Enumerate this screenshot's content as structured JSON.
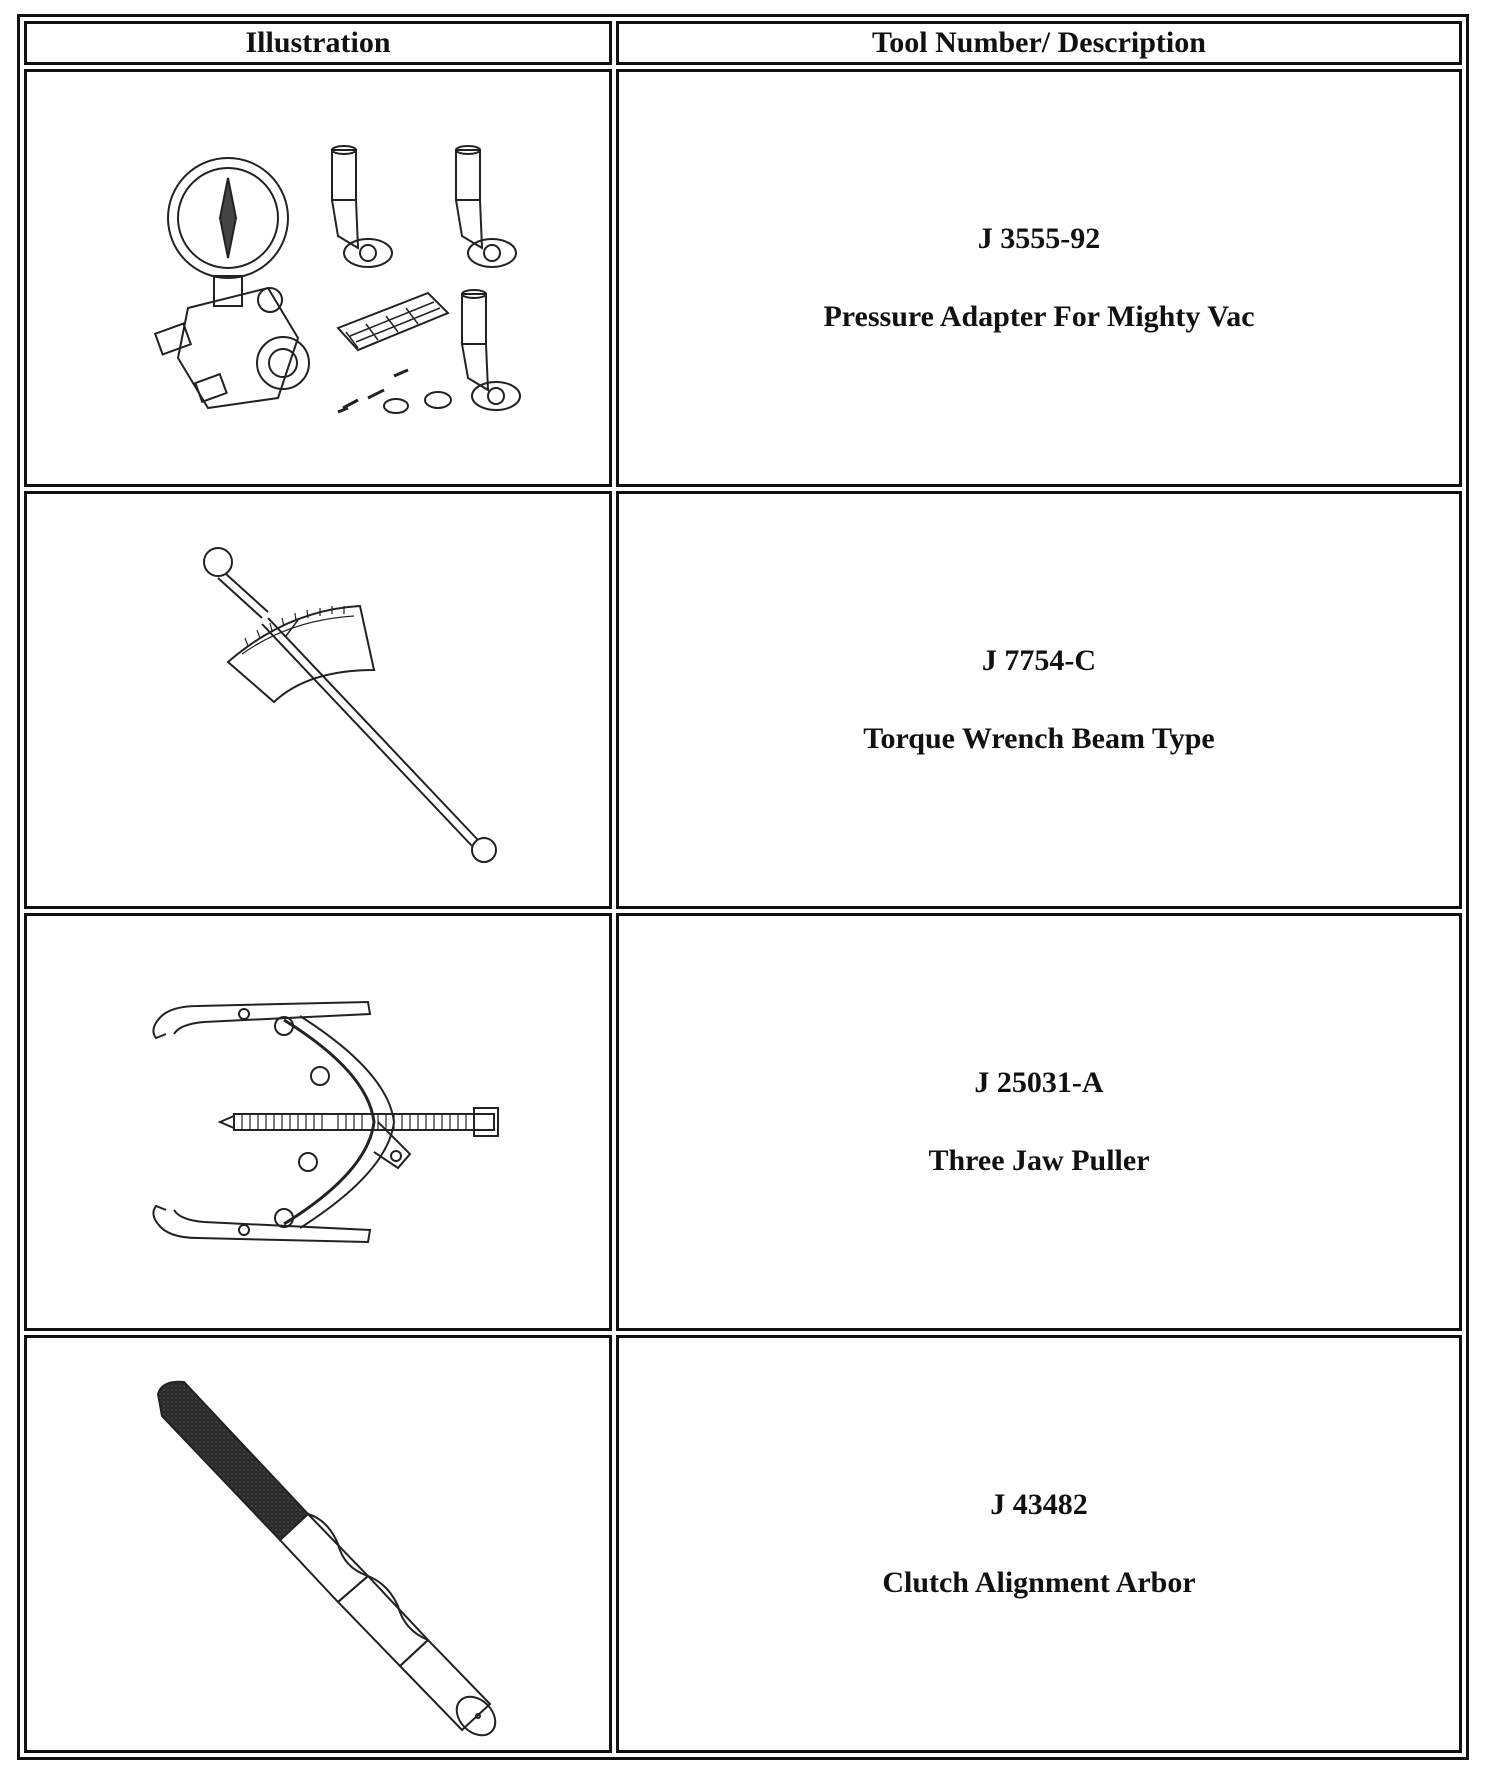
{
  "header": {
    "illustration": "Illustration",
    "tool_description": "Tool Number/ Description"
  },
  "tools": [
    {
      "number": "J 3555-92",
      "description": "Pressure Adapter For Mighty Vac",
      "icon": "pressure-adapter-kit-icon"
    },
    {
      "number": "J 7754-C",
      "description": "Torque Wrench Beam Type",
      "icon": "beam-torque-wrench-icon"
    },
    {
      "number": "J 25031-A",
      "description": "Three Jaw Puller",
      "icon": "three-jaw-puller-icon"
    },
    {
      "number": "J 43482",
      "description": "Clutch Alignment Arbor",
      "icon": "clutch-alignment-arbor-icon"
    }
  ]
}
